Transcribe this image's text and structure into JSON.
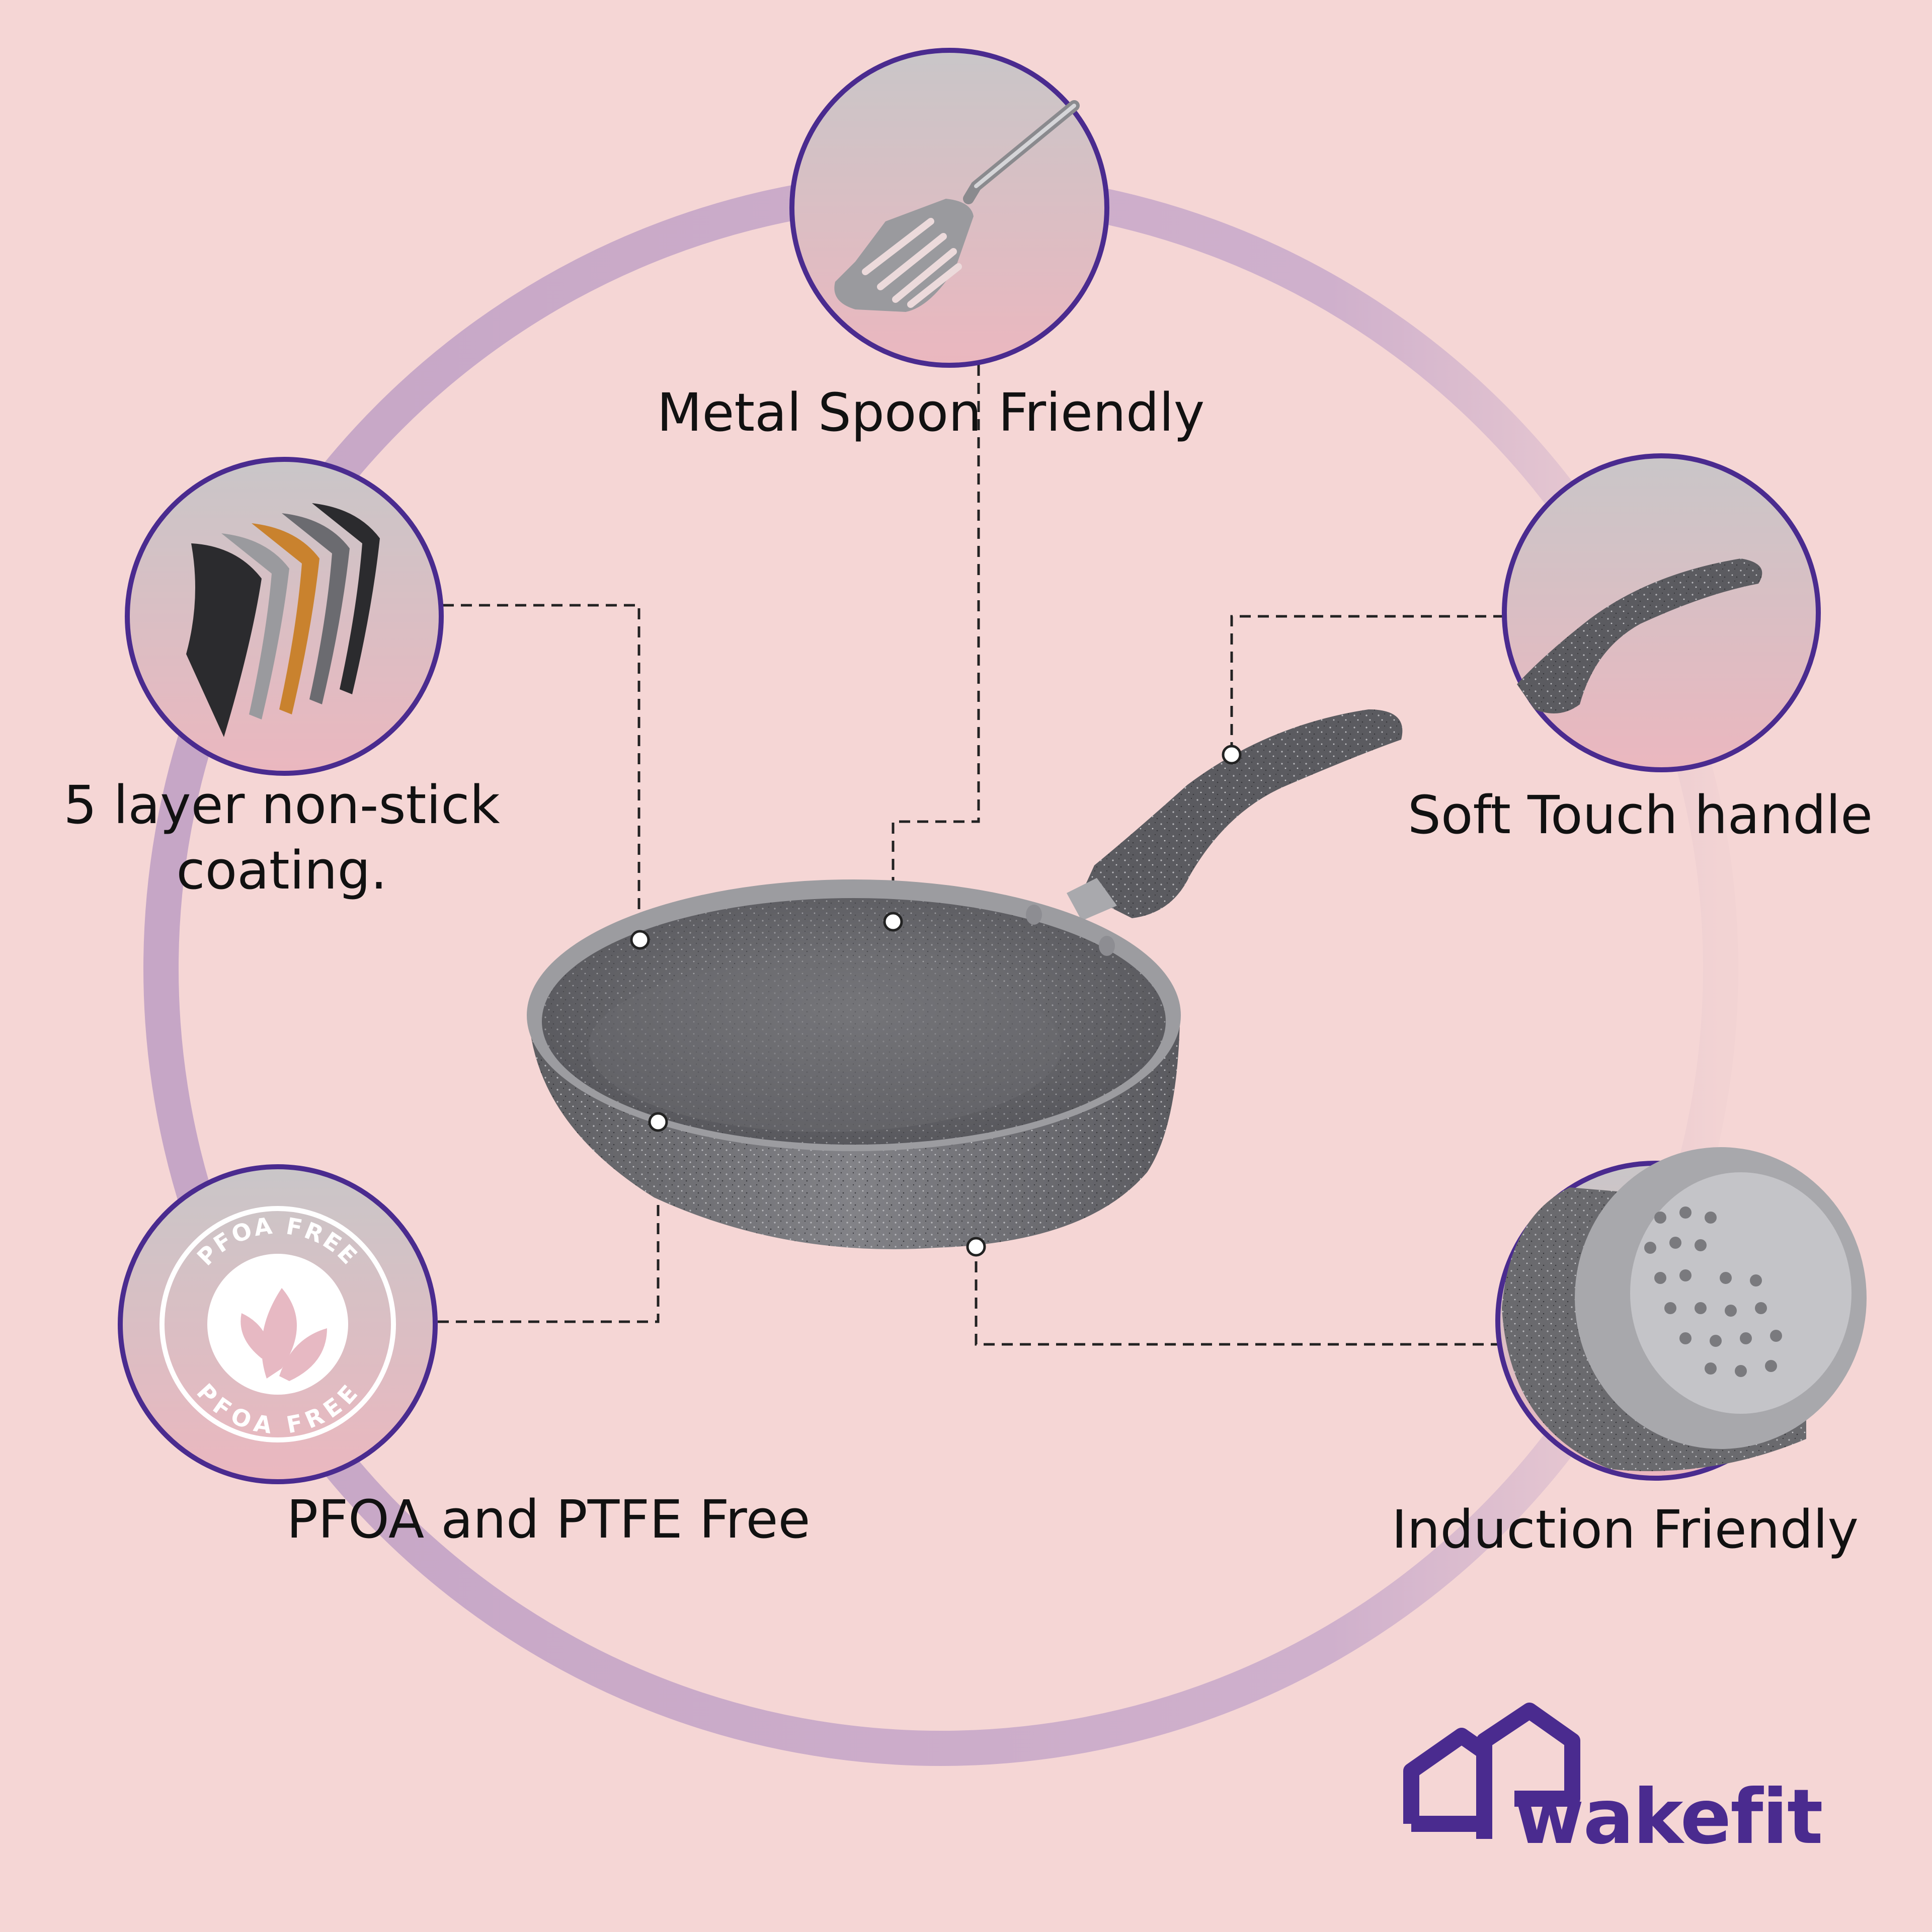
{
  "features": {
    "metal_spoon": "Metal Spoon Friendly",
    "layer_line1": "5 layer non-stick",
    "layer_line2": "coating.",
    "soft_touch": "Soft Touch handle",
    "pfoa_free": "PFOA and PTFE Free",
    "induction": "Induction Friendly"
  },
  "badge": {
    "top_text": "PFOA FREE",
    "bottom_text": "PFOA FREE"
  },
  "brand": {
    "name": "wakefit"
  },
  "colors": {
    "background": "#f5d6d5",
    "ring": "#c8a8c8",
    "circle_border": "#4a2b8f",
    "brand": "#4a2b8f",
    "pan": "#6b6b70"
  },
  "icons": {
    "metal_spoon": "spatula-icon",
    "layers": "layers-icon",
    "handle": "handle-icon",
    "pfoa": "leaf-badge-icon",
    "induction": "induction-base-icon",
    "brand": "house-logo-icon"
  }
}
